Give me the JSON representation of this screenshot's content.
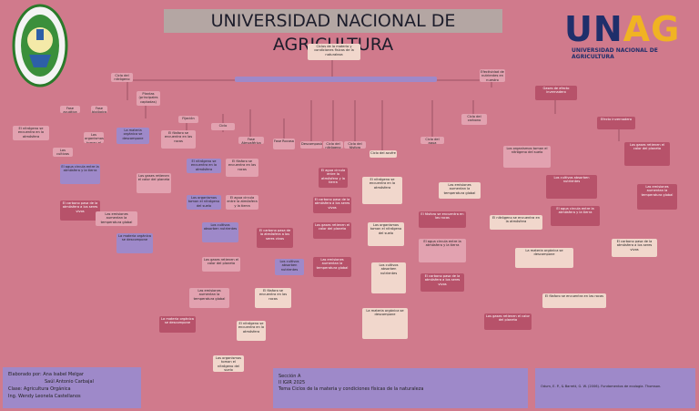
{
  "header": {
    "title": "UNIVERSIDAD NACIONAL DE AGRICULTURA",
    "logo_text": "UNAG",
    "logo_subtitle": "UNIVERSIDAD NACIONAL DE AGRICULTURA",
    "seal_text": "UNIVERSIDAD NACIONAL DE AGRICULTURA"
  },
  "diagram": {
    "root": "Ciclos de la materia y condiciones físicas de la naturaleza",
    "branch_left": "Ciclo del nitrógeno",
    "branch_right": "Efectividad de nutrientes en nuestro planeta",
    "nodes": {
      "n1": "Plantas (principales captadas)",
      "n2": "Fijación",
      "n3": "Ciclo",
      "n4": "Fase Atmosférica",
      "n5": "Fase Rocosa",
      "n6": "Descomposición",
      "n7": "Ciclo del nitrógeno",
      "n8": "Ciclo del fósforo",
      "n9": "Ciclo del azufre",
      "n10": "Ciclo del agua",
      "n11": "Ciclo del carbono",
      "n12": "Gases de efecto invernadero",
      "n13": "Efecto invernadero",
      "n14": "Fase acuática",
      "n15": "Fase biológica"
    },
    "tx_a": "El nitrógeno se encuentra en la atmósfera",
    "tx_b": "Los organismos toman el nitrógeno del suelo",
    "tx_c": "Los cultivos absorben nutrientes",
    "tx_d": "La materia orgánica se descompone",
    "tx_e": "El fósforo se encuentra en las rocas",
    "tx_f": "El agua circula entre la atmósfera y la tierra",
    "tx_g": "El carbono pasa de la atmósfera a los seres vivos",
    "tx_h": "Los gases retienen el calor del planeta",
    "tx_i": "Las emisiones aumentan la temperatura global"
  },
  "footer": {
    "author_line1": "Elaborado por: Ana Isabel Melgar",
    "author_line2": "Saúl Antonio Carbajal",
    "class_line": "Clase: Agricultura Orgánica",
    "teacher_line": "Ing. Wendy Leonela Castellanos",
    "section_line1": "Sección A",
    "section_line2": "II IGIR 2025",
    "topic_line": "Tema Ciclos de la materia y condiciones físicas de la naturaleza",
    "reference": "Odum, E. P., & Barrett, G. W. (2006). Fundamentos de ecología. Thomson."
  },
  "colors": {
    "background": "#d07a8c",
    "title_box": "#b4a6a3",
    "purple": "#9e89c9",
    "dark_rose": "#b7526a",
    "light": "#f1d7cc",
    "navy": "#1f2f6b",
    "gold": "#f0b323"
  }
}
